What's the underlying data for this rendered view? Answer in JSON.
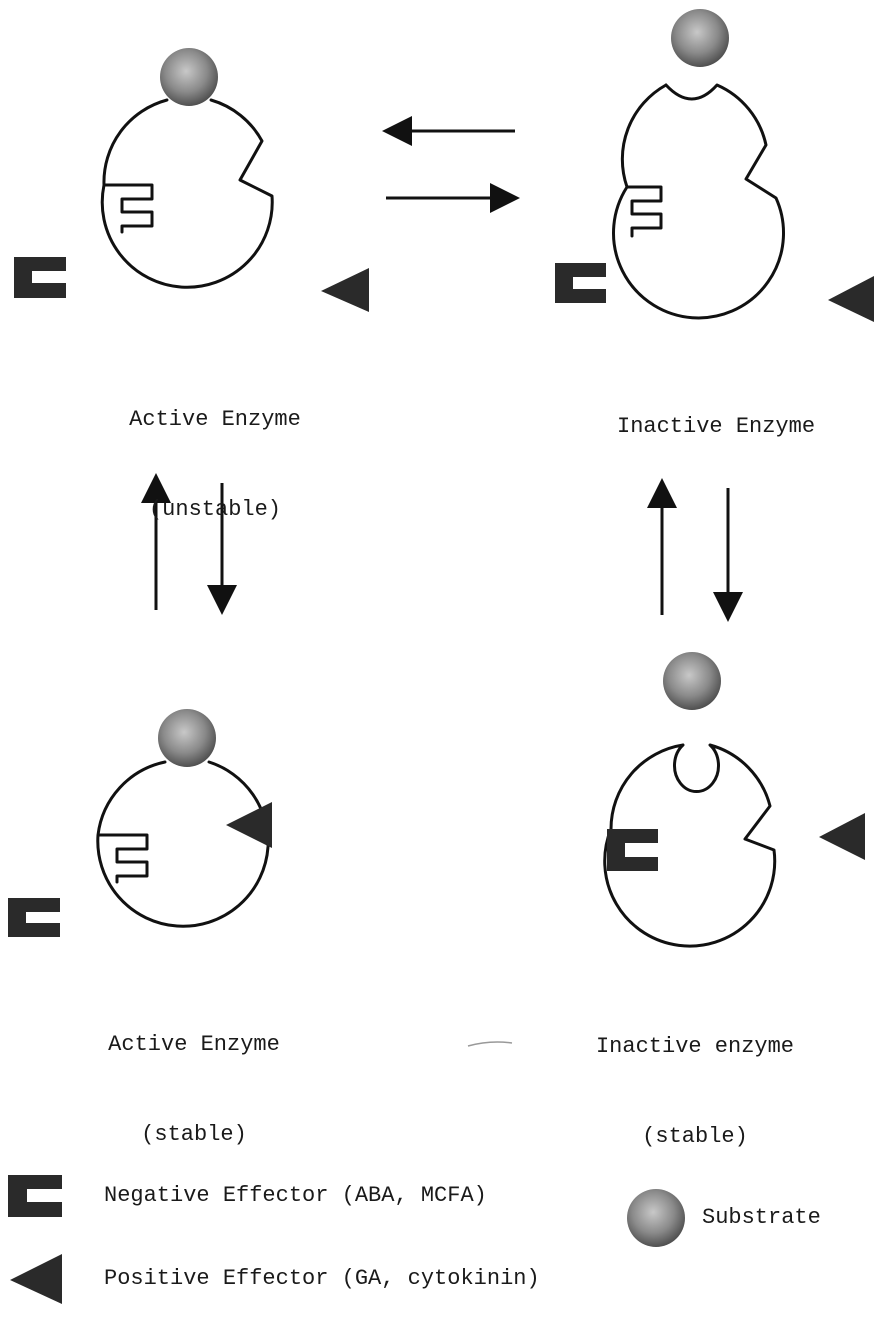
{
  "colors": {
    "ink": "#111111",
    "effector_fill": "#2a2a2a",
    "substrate_light": "#bdbdbd",
    "substrate_dark": "#555555"
  },
  "states": {
    "top_left": {
      "line1": "Active Enzyme",
      "line2": "(unstable)"
    },
    "top_right": {
      "line1": "Inactive Enzyme",
      "line2": ""
    },
    "bottom_left": {
      "line1": "Active Enzyme",
      "line2": "(stable)"
    },
    "bottom_right": {
      "line1": "Inactive enzyme",
      "line2": "(stable)"
    }
  },
  "legend": {
    "negative": "Negative Effector (ABA, MCFA)",
    "substrate": "Substrate",
    "positive": "Positive Effector (GA, cytokinin)"
  },
  "icons": {
    "negative_effector": "c-bracket-block",
    "positive_effector": "left-triangle",
    "substrate": "shaded-sphere",
    "enzyme": "circle-with-notch"
  }
}
